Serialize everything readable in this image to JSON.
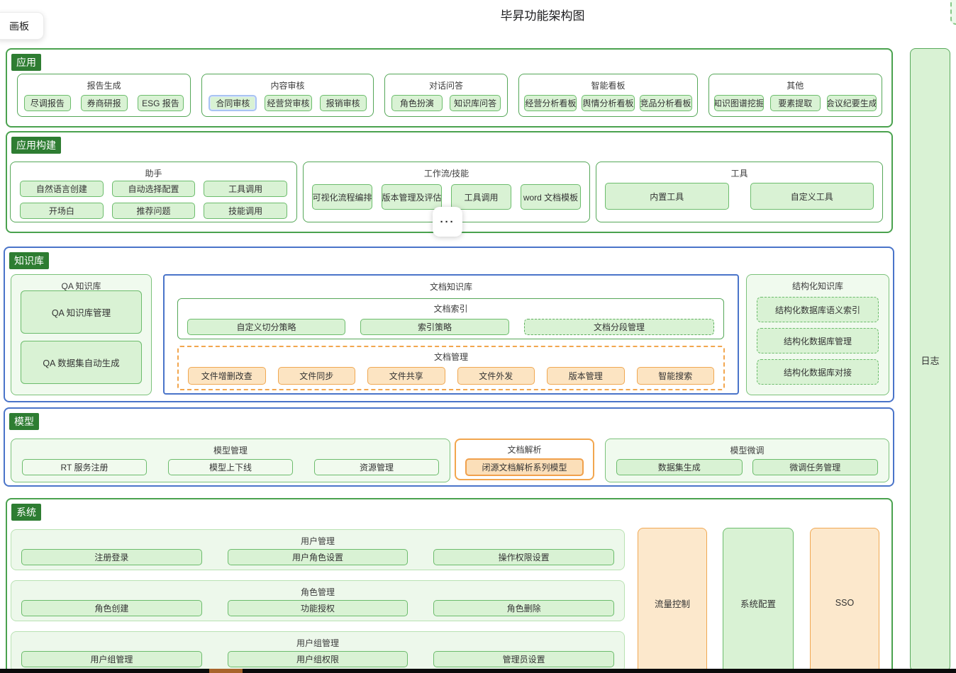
{
  "header": {
    "tab": "画板",
    "title": "毕昇功能架构图"
  },
  "app": {
    "label": "应用",
    "groups": [
      {
        "title": "报告生成",
        "items": [
          "尽调报告",
          "券商研报",
          "ESG 报告"
        ]
      },
      {
        "title": "内容审核",
        "items": [
          "合同审核",
          "经营贷审核",
          "报销审核"
        ]
      },
      {
        "title": "对话问答",
        "items": [
          "角色扮演",
          "知识库问答"
        ]
      },
      {
        "title": "智能看板",
        "items": [
          "经营分析看板",
          "舆情分析看板",
          "竞品分析看板"
        ]
      },
      {
        "title": "其他",
        "items": [
          "知识图谱挖掘",
          "要素提取",
          "会议纪要生成"
        ]
      }
    ]
  },
  "app_build": {
    "label": "应用构建",
    "assistant": {
      "title": "助手",
      "row1": [
        "自然语言创建",
        "自动选择配置",
        "工具调用"
      ],
      "row2": [
        "开场白",
        "推荐问题",
        "技能调用"
      ]
    },
    "workflow": {
      "title": "工作流/技能",
      "items": [
        "可视化流程编排",
        "版本管理及评估",
        "工具调用",
        "word 文档模板"
      ]
    },
    "tools": {
      "title": "工具",
      "items": [
        "内置工具",
        "自定义工具"
      ]
    },
    "more_label": "···"
  },
  "kb": {
    "label": "知识库",
    "qa": {
      "title": "QA 知识库",
      "items": [
        "QA 知识库管理",
        "QA 数据集自动生成"
      ]
    },
    "doc": {
      "title": "文档知识库",
      "index": {
        "title": "文档索引",
        "items": [
          "自定义切分策略",
          "索引策略",
          "文档分段管理"
        ]
      },
      "manage": {
        "title": "文档管理",
        "items": [
          "文件增删改查",
          "文件同步",
          "文件共享",
          "文件外发",
          "版本管理",
          "智能搜索"
        ]
      }
    },
    "structured": {
      "title": "结构化知识库",
      "items": [
        "结构化数据库语义索引",
        "结构化数据库管理",
        "结构化数据库对接"
      ]
    }
  },
  "model": {
    "label": "模型",
    "manage": {
      "title": "模型管理",
      "items": [
        "RT 服务注册",
        "模型上下线",
        "资源管理"
      ]
    },
    "parse": {
      "title": "文档解析",
      "items": [
        "闭源文档解析系列模型"
      ]
    },
    "finetune": {
      "title": "模型微调",
      "items": [
        "数据集生成",
        "微调任务管理"
      ]
    }
  },
  "system": {
    "label": "系统",
    "rows": [
      {
        "title": "用户管理",
        "items": [
          "注册登录",
          "用户角色设置",
          "操作权限设置"
        ]
      },
      {
        "title": "角色管理",
        "items": [
          "角色创建",
          "功能授权",
          "角色删除"
        ]
      },
      {
        "title": "用户组管理",
        "items": [
          "用户组管理",
          "用户组权限",
          "管理员设置"
        ]
      }
    ],
    "columns": [
      {
        "label": "流量控制",
        "style": "orange"
      },
      {
        "label": "系统配置",
        "style": "green"
      },
      {
        "label": "SSO",
        "style": "orange"
      }
    ]
  },
  "log": {
    "label": "日志"
  },
  "colors": {
    "section_green": "#4aa24e",
    "section_blue": "#4a74c9",
    "label_green": "#2e7d32",
    "node_green_fill": "#d9f2d4",
    "node_green_border": "#6cbc6c",
    "orange_border": "#f0a852",
    "orange_fill": "#fce4c2",
    "selected_blue": "#a9c4f2",
    "bottom_bar": "#0b0b0b",
    "bottom_bar_accent": "#a8642b"
  }
}
